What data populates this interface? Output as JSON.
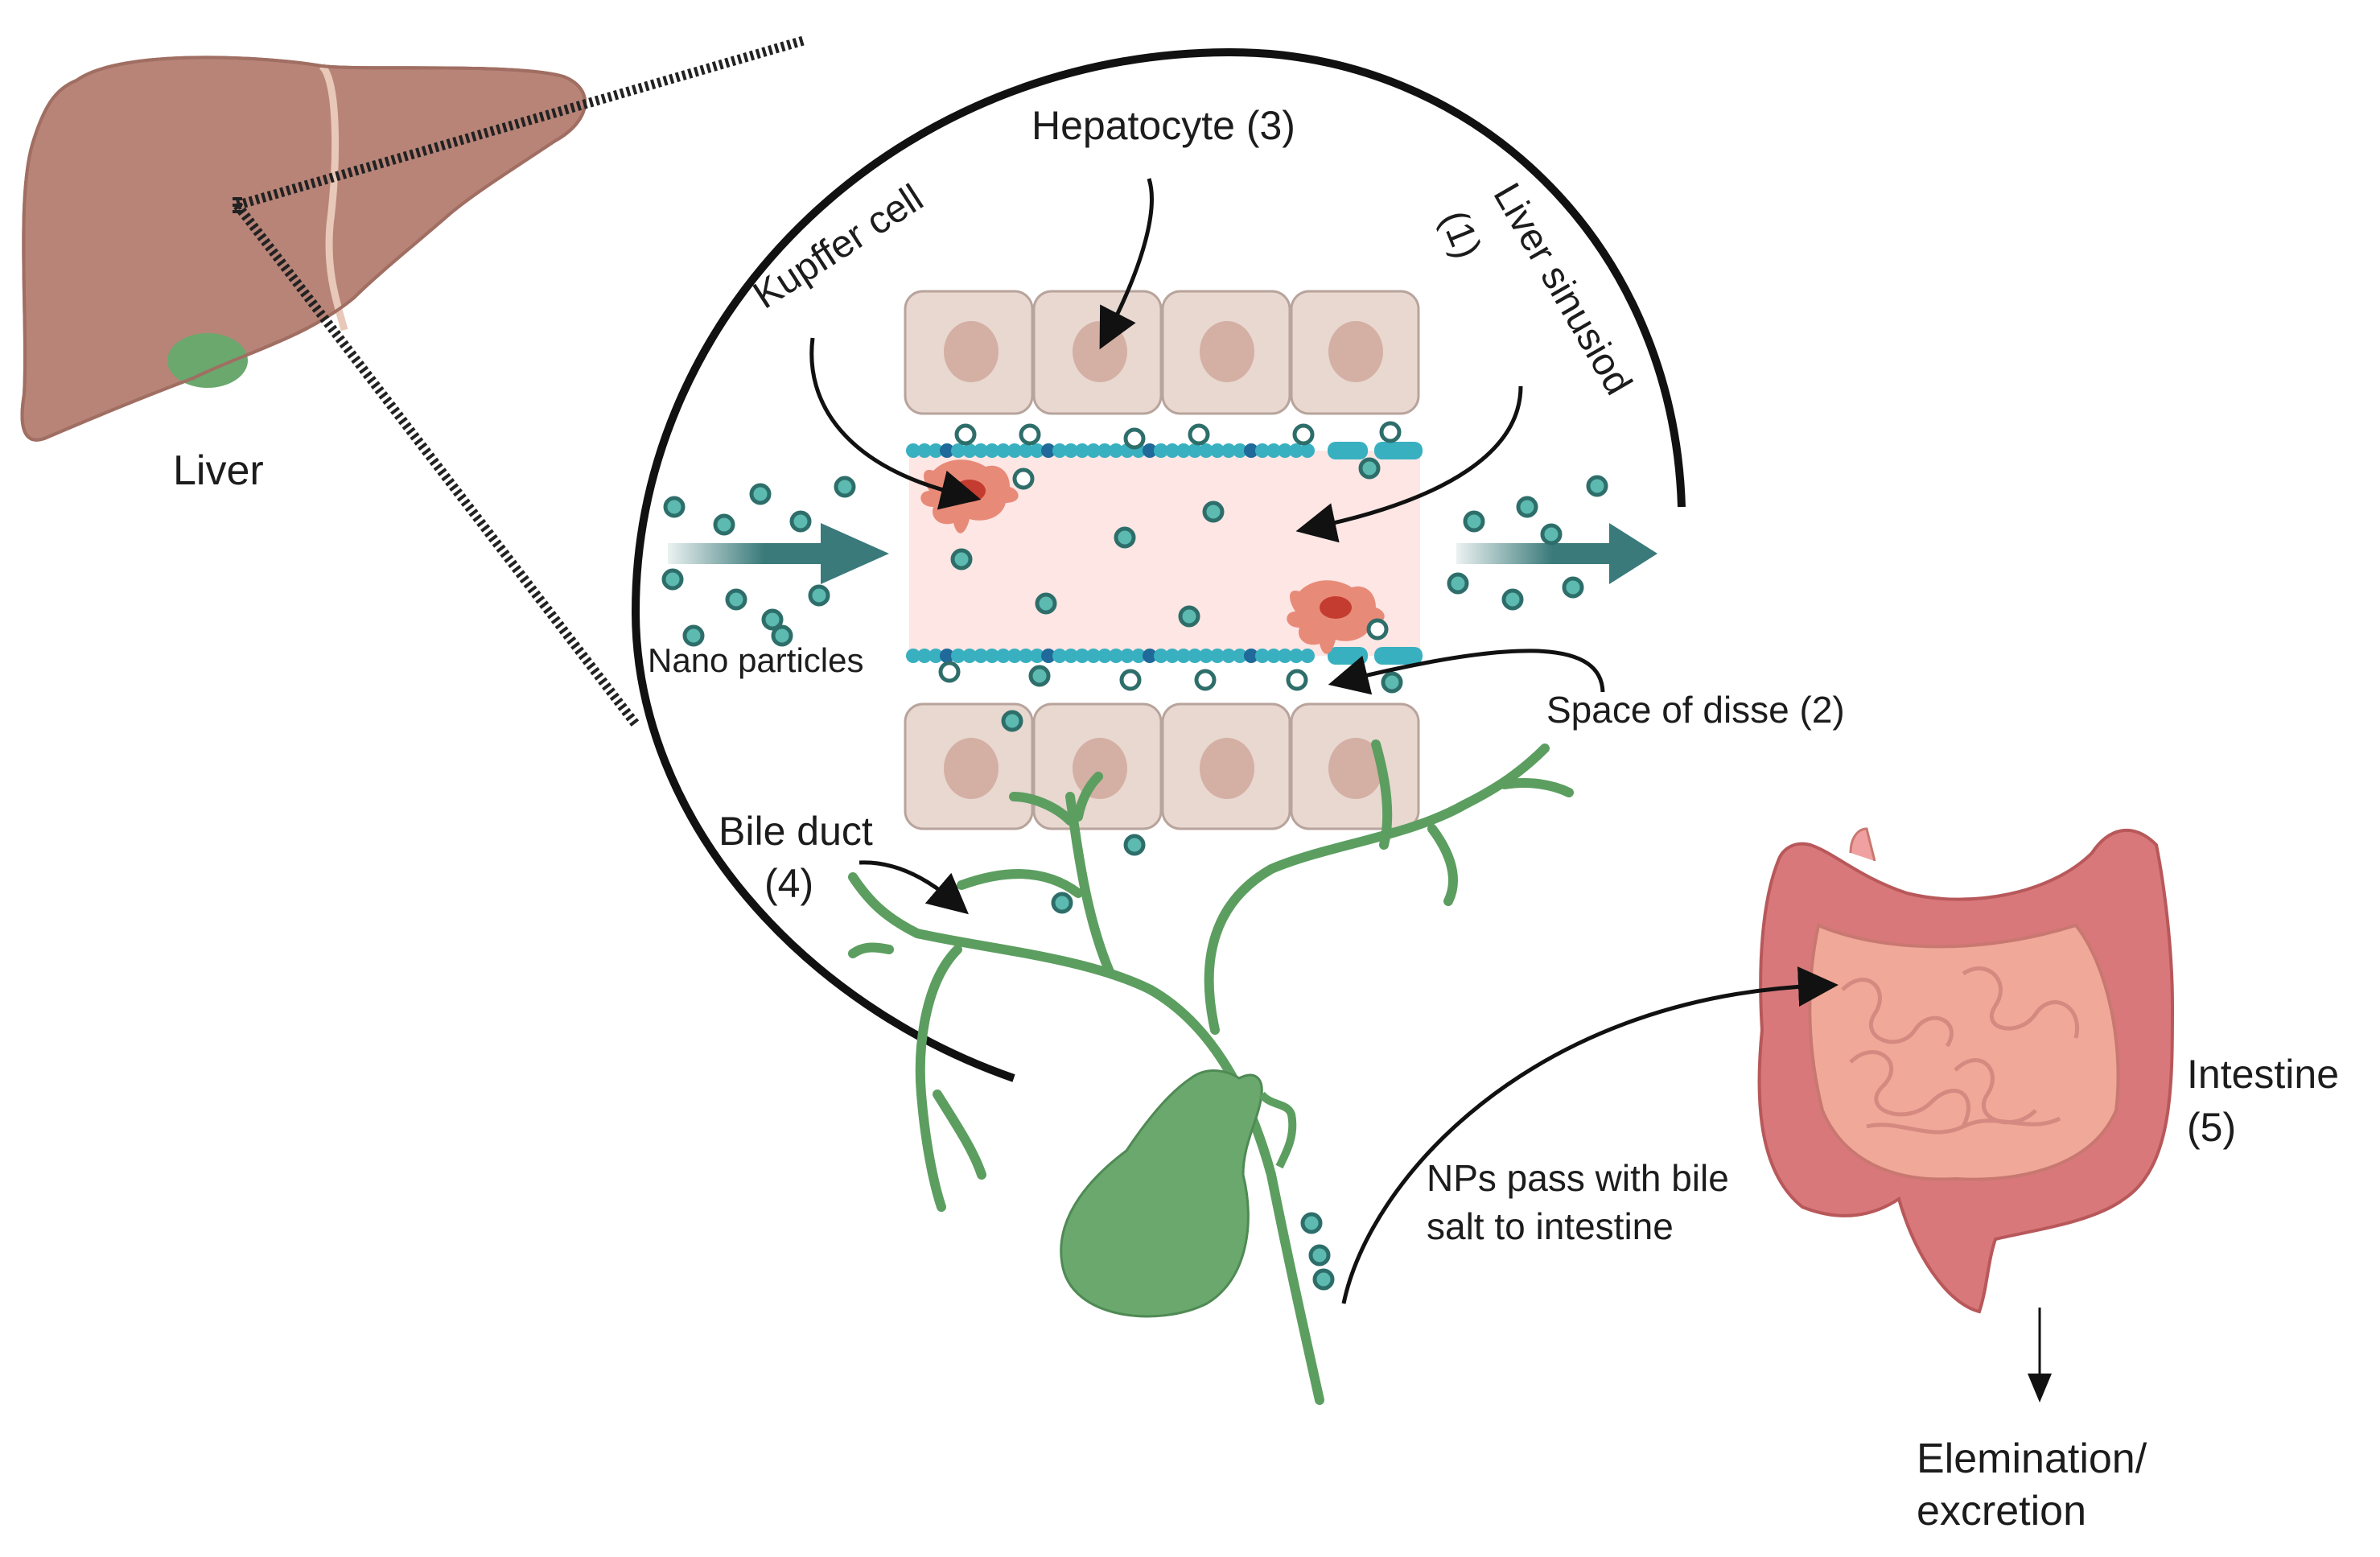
{
  "diagram": {
    "title": "Hepatobiliary clearance of nanoparticles",
    "labels": {
      "liver": "Liver",
      "hepatocyte": "Hepatocyte (3)",
      "kupffer": "Kupffer cell",
      "sinusoid": "Liver sinusiod",
      "sinusoid_num": "(1)",
      "nanoparticles": "Nano particles",
      "disse": "Space of disse (2)",
      "bile_duct": "Bile duct",
      "bile_duct_num": "(4)",
      "nps_pass_line1": "NPs pass with bile",
      "nps_pass_line2": "salt to intestine",
      "intestine": "Intestine",
      "intestine_num": "(5)",
      "elimination_line1": "Elemination/",
      "elimination_line2": "excretion"
    },
    "colors": {
      "liver": "#b88478",
      "liver_dark": "#a06e62",
      "ligament": "#e8c8b8",
      "gallbladder": "#6aa86e",
      "bile_green": "#5c9e60",
      "hepatocyte_fill": "#e8d8d0",
      "hepatocyte_stroke": "#b8a49c",
      "nucleus": "#d4afa4",
      "sinusoid_fill": "#fde6e4",
      "endothelium": "#38b0c0",
      "endothelium_dark": "#1f6a9a",
      "particle_fill": "#5cbab0",
      "particle_stroke": "#2e6e6a",
      "kupffer_fill": "#e88a78",
      "kupffer_nucleus": "#c43c30",
      "flow_arrow": "#3a7a7a",
      "intestine_large": "#d8787a",
      "intestine_small": "#f0a898",
      "line": "#111111"
    }
  }
}
